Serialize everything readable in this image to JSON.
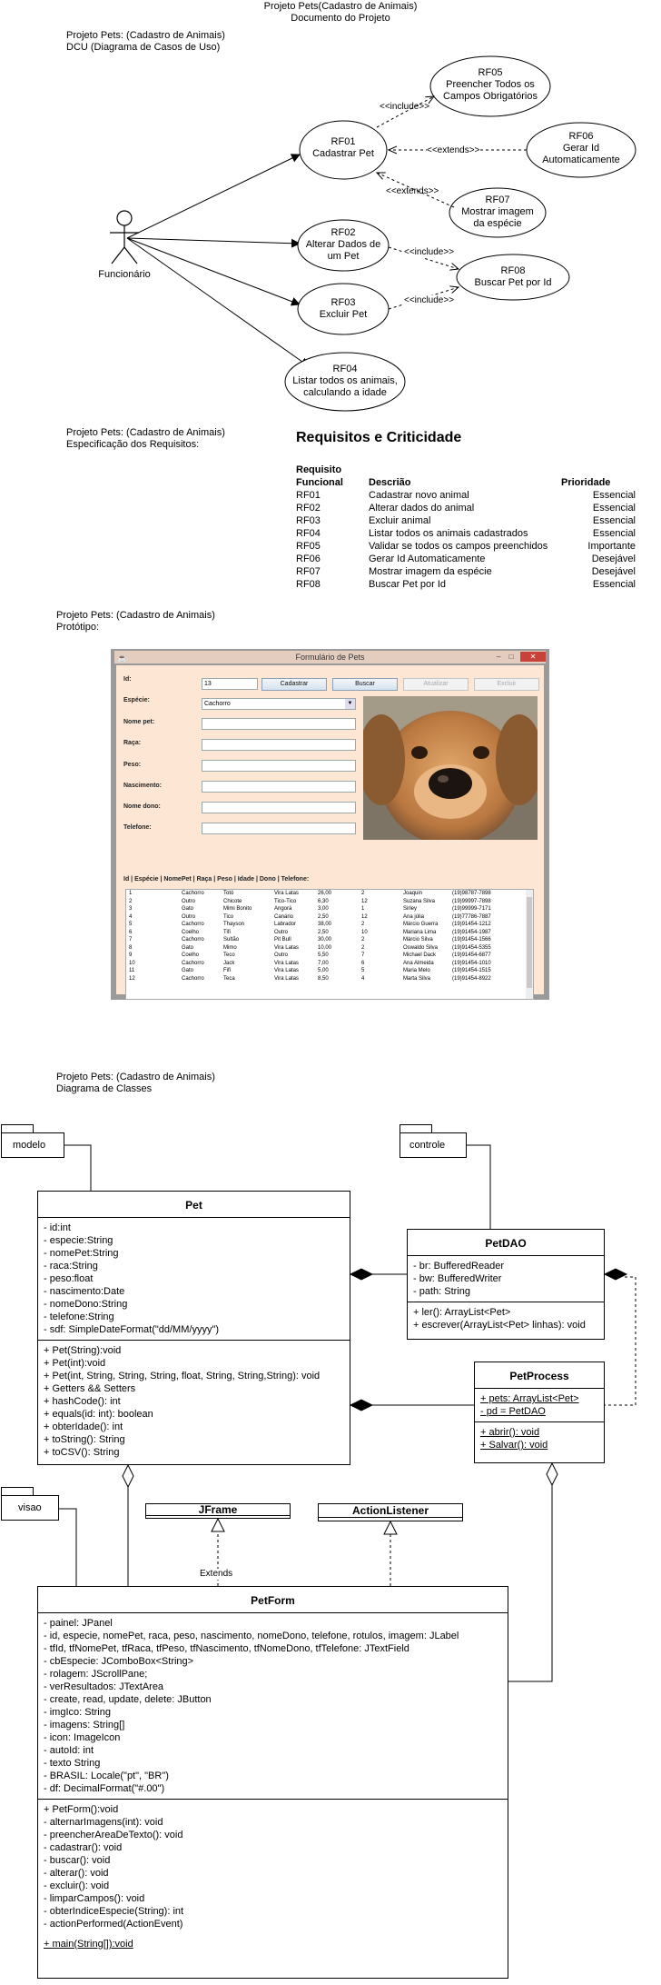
{
  "header": {
    "title": "Projeto Pets(Cadastro de Animais)",
    "subtitle": "Documento do Projeto"
  },
  "dcu": {
    "caption1": "Projeto Pets: (Cadastro de Animais)",
    "caption2": "DCU (Diagrama de Casos de Uso)",
    "actor": "Funcionário",
    "uc": {
      "rf01": [
        "RF01",
        "Cadastrar Pet"
      ],
      "rf02": [
        "RF02",
        "Alterar Dados de",
        "um Pet"
      ],
      "rf03": [
        "RF03",
        "Excluir Pet"
      ],
      "rf04": [
        "RF04",
        "Listar todos os animais,",
        "calculando a idade"
      ],
      "rf05": [
        "RF05",
        "Preencher Todos os",
        "Campos Obrigatórios"
      ],
      "rf06": [
        "RF06",
        "Gerar Id",
        "Automaticamente"
      ],
      "rf07": [
        "RF07",
        "Mostrar imagem",
        "da espécie"
      ],
      "rf08": [
        "RF08",
        "Buscar Pet por Id"
      ]
    },
    "rel": {
      "include": "<<include>>",
      "extends": "<<extends>>"
    }
  },
  "req": {
    "caption1": "Projeto Pets: (Cadastro de Animais)",
    "caption2": "Especificação dos Requisitos:",
    "title": "Requisitos e Criticidade",
    "headers": {
      "req1": "Requisito",
      "req2": "Funcional",
      "desc": "Descrião",
      "prio": "Prioridade"
    },
    "rows": [
      [
        "RF01",
        "Cadastrar novo animal",
        "Essencial"
      ],
      [
        "RF02",
        "Alterar dados do animal",
        "Essencial"
      ],
      [
        "RF03",
        "Excluir animal",
        "Essencial"
      ],
      [
        "RF04",
        "Listar todos os animais cadastrados",
        "Essencial"
      ],
      [
        "RF05",
        "Validar se todos os campos preenchidos",
        "Importante"
      ],
      [
        "RF06",
        "Gerar Id Automaticamente",
        "Desejável"
      ],
      [
        "RF07",
        "Mostrar imagem da espécie",
        "Desejável"
      ],
      [
        "RF08",
        "Buscar Pet por Id",
        "Essencial"
      ]
    ]
  },
  "proto": {
    "caption1": "Projeto Pets: (Cadastro de Animais)",
    "caption2": "Protótipo:",
    "window_title": "Formulário de Pets",
    "labels": {
      "id": "Id:",
      "especie": "Espécie:",
      "nome": "Nome pet:",
      "raca": "Raça:",
      "peso": "Peso:",
      "nasc": "Nascimento:",
      "dono": "Nome dono:",
      "tel": "Telefone:"
    },
    "values": {
      "id": "13",
      "especie": "Cachorro"
    },
    "buttons": {
      "cadastrar": "Cadastrar",
      "buscar": "Buscar",
      "atualizar": "Atualizar",
      "excluir": "Excluir"
    },
    "list_header": "Id | Espécie | NomePet | Raça | Peso | Idade | Dono | Telefone:",
    "rows": [
      [
        "1",
        "Cachorro",
        "Totó",
        "Vira Latas",
        "26,00",
        "2",
        "Joaquin",
        "(19)98787-7898"
      ],
      [
        "2",
        "Outro",
        "Chicote",
        "Tico-Tico",
        "6,30",
        "12",
        "Suzana Silva",
        "(19)99997-7898"
      ],
      [
        "3",
        "Gato",
        "Mimi Bonito",
        "Angorá",
        "3,00",
        "1",
        "Sirley",
        "(19)99999-7171"
      ],
      [
        "4",
        "Outro",
        "Tico",
        "Canário",
        "2,50",
        "12",
        "Ana júlia",
        "(19)77786-7887"
      ],
      [
        "5",
        "Cachorro",
        "Thayson",
        "Labrador",
        "38,00",
        "2",
        "Márcio Guerra",
        "(19)91454-1212"
      ],
      [
        "6",
        "Coelho",
        "Tifi",
        "Outro",
        "2,50",
        "10",
        "Mariana Lima",
        "(19)91454-1987"
      ],
      [
        "7",
        "Cachorro",
        "Sultão",
        "Pit Bull",
        "30,00",
        "2",
        "Márcio Silva",
        "(19)91454-1566"
      ],
      [
        "8",
        "Gato",
        "Mimo",
        "Vira Latas",
        "10,00",
        "2",
        "Oswaldo Silva",
        "(19)91454-5355"
      ],
      [
        "9",
        "Coelho",
        "Teco",
        "Outro",
        "5,50",
        "7",
        "Michael Dack",
        "(19)91454-6877"
      ],
      [
        "10",
        "Cachorro",
        "Jack",
        "Vira Latas",
        "7,00",
        "6",
        "Ana Almeida",
        "(19)91454-1010"
      ],
      [
        "11",
        "Gato",
        "Fifi",
        "Vira Latas",
        "5,00",
        "5",
        "Maria Melo",
        "(19)91454-1515"
      ],
      [
        "12",
        "Cachorro",
        "Teca",
        "Vira Latas",
        "8,50",
        "4",
        "Marta Silva",
        "(19)91454-8922"
      ]
    ]
  },
  "classes": {
    "caption1": "Projeto Pets: (Cadastro de Animais)",
    "caption2": "Diagrama de Classes",
    "pkg": {
      "modelo": "modelo",
      "controle": "controle",
      "visao": "visao"
    },
    "pet": {
      "name": "Pet",
      "attrs": [
        "- id:int",
        "- especie:String",
        "- nomePet:String",
        "- raca:String",
        "- peso:float",
        "- nascimento:Date",
        "- nomeDono:String",
        "- telefone:String",
        "- sdf: SimpleDateFormat(\"dd/MM/yyyy\")"
      ],
      "ops": [
        "+ Pet(String):void",
        "+ Pet(int):void",
        "+ Pet(int, String, String, String, float, String, String,String): void",
        "+ Getters && Setters",
        "+ hashCode(): int",
        "+ equals(id: int): boolean",
        "+ obterIdade(): int",
        "+ toString(): String",
        "+ toCSV(): String"
      ]
    },
    "petdao": {
      "name": "PetDAO",
      "attrs": [
        "- br: BufferedReader",
        "- bw: BufferedWriter",
        "- path: String"
      ],
      "ops": [
        "+ ler(): ArrayList<Pet>",
        "+ escrever(ArrayList<Pet> linhas): void"
      ]
    },
    "petprocess": {
      "name": "PetProcess",
      "attrs": [
        "+ pets: ArrayList<Pet>",
        "- pd = PetDAO"
      ],
      "ops": [
        "+ abrir(): void",
        "+ Salvar(): void"
      ]
    },
    "jframe": "JFrame",
    "actionlistener": "ActionListener",
    "extends_label": "Extends",
    "petform": {
      "name": "PetForm",
      "attrs": [
        "- painel: JPanel",
        "- id, especie, nomePet, raca, peso, nascimento, nomeDono, telefone, rotulos, imagem: JLabel",
        "- tfId, tfNomePet, tfRaca, tfPeso, tfNascimento, tfNomeDono, tfTelefone: JTextField",
        "- cbEspecie: JComboBox<String>",
        "- rolagem: JScrollPane;",
        "- verResultados: JTextArea",
        "- create, read, update, delete: JButton",
        "- imgIco: String",
        "- imagens: String[]",
        "- icon: ImageIcon",
        "- autoId: int",
        "- texto String",
        "- BRASIL: Locale(\"pt\", \"BR\")",
        "- df: DecimalFormat(\"#.00\")"
      ],
      "ops": [
        "+ PetForm():void",
        "- alternarImagens(int): void",
        "- preencherAreaDeTexto(): void",
        "- cadastrar(): void",
        "- buscar(): void",
        "- alterar(): void",
        "- excluir(): void",
        "- limparCampos(): void",
        "- obterIndiceEspecie(String): int",
        "- actionPerformed(ActionEvent)"
      ],
      "main": "+ main(String[]):void"
    }
  }
}
